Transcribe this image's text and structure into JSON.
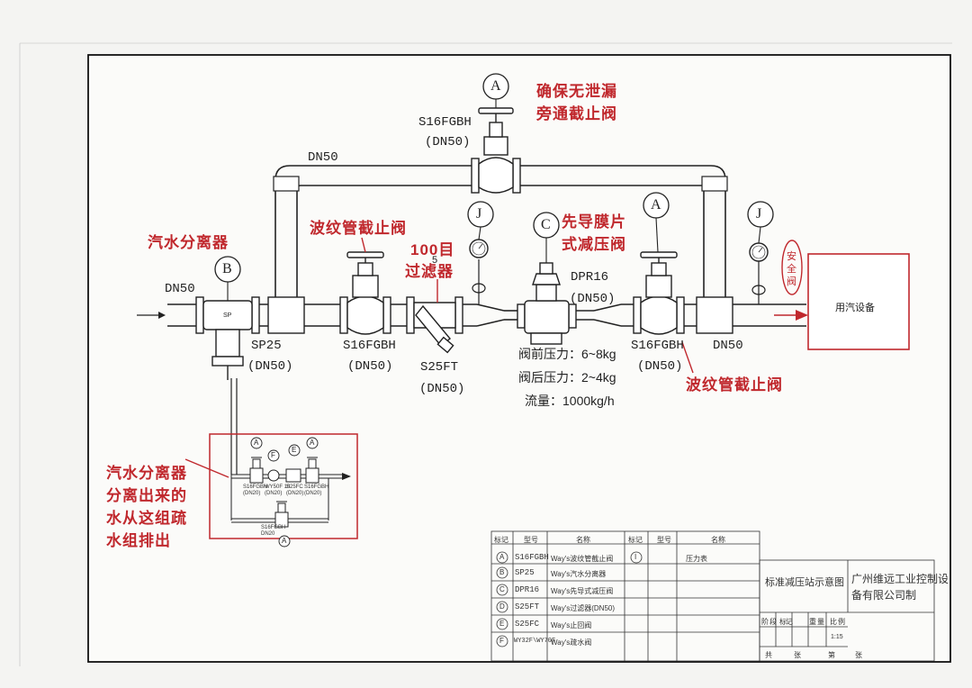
{
  "annotations": {
    "bypass_note": [
      "确保无泄漏",
      "旁通截止阀"
    ],
    "separator": "汽水分离器",
    "bellows_left": "波纹管截止阀",
    "filter": [
      "100目",
      "过滤器"
    ],
    "pilot": [
      "先导膜片",
      "式减压阀"
    ],
    "bellows_right": "波纹管截止阀",
    "drain_note": [
      "汽水分离器",
      "分离出来的",
      "水从这组疏",
      "水组排出"
    ],
    "safety_valve": [
      "安",
      "全",
      "阀"
    ]
  },
  "labels": {
    "bypass_model": "S16FGBH",
    "bypass_dn": "(DN50)",
    "dn50_top": "DN50",
    "dn50_inlet": "DN50",
    "dn50_outlet": "DN50",
    "sp25": "SP25",
    "sp25_dn": "(DN50)",
    "s16_left": "S16FGBH",
    "s16_left_dn": "(DN50)",
    "s25ft": "S25FT",
    "s25ft_dn": "(DN50)",
    "dpr16": "DPR16",
    "dpr16_dn": "(DN50)",
    "s16_right": "S16FGBH",
    "s16_right_dn": "(DN50)",
    "pressure_before": "阀前压力：6~8kg",
    "pressure_after": "阀后压力：2~4kg",
    "flow": "流量：1000kg/h",
    "equipment": "用汽设备",
    "filter_digit": "5"
  },
  "callouts": {
    "bypass": "A",
    "separator": "B",
    "pilot": "C",
    "valve_right": "A",
    "gauge1": "J",
    "gauge2": "J",
    "gauge3": "J"
  },
  "drain_group": {
    "callouts": [
      "A",
      "F",
      "E",
      "A"
    ],
    "bottom_callout": "A",
    "labels": [
      "S16FGBH\n(DN20)",
      "WY50F 10\n(DN20)",
      "S25FC\n(DN20)",
      "S16FGBH\n(DN20)"
    ],
    "bottom_label": "S16FGBH\nDN20"
  },
  "legend": {
    "headers": [
      "标记",
      "型号",
      "名称",
      "标记",
      "型号",
      "名称"
    ],
    "rows": [
      {
        "mark": "A",
        "model": "S16FGBH",
        "name": "Way's波纹管截止阀"
      },
      {
        "mark": "B",
        "model": "SP25",
        "name": "Way's汽水分离器"
      },
      {
        "mark": "C",
        "model": "DPR16",
        "name": "Way's先导式减压阀"
      },
      {
        "mark": "D",
        "model": "S25FT",
        "name": "Way's过滤器(DN50)"
      },
      {
        "mark": "E",
        "model": "S25FC",
        "name": "Way's止回阀"
      },
      {
        "mark": "F",
        "model": "WY32F\\WY70F",
        "name": "Way's疏水阀"
      }
    ],
    "right_row": {
      "mark": "I",
      "model": "",
      "name": "压力表"
    }
  },
  "title_block": {
    "drawing_title": "标准减压站示意图",
    "company": [
      "广州维远工业控制设",
      "备有限公司制"
    ],
    "stage_headers": [
      "阶",
      "段",
      "标",
      "记",
      "重",
      "量",
      "比",
      "例"
    ],
    "scale": "1:15",
    "sheets_total": "共",
    "sheets_total_unit": "张",
    "sheet_no": "第",
    "sheet_no_unit": "张"
  },
  "colors": {
    "annotation_red": "#c0282d",
    "line": "#222222",
    "paper": "#f4f4f2"
  }
}
